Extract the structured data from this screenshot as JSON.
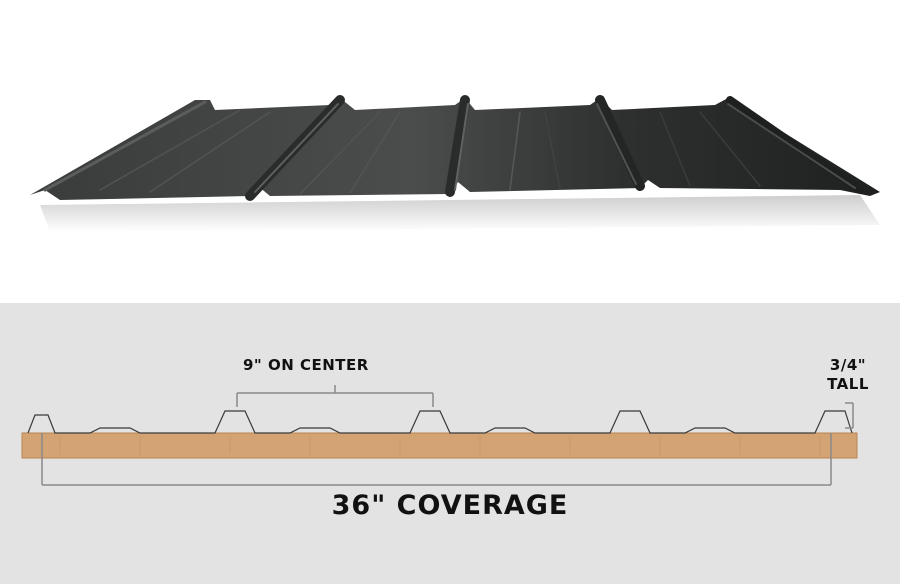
{
  "diagram": {
    "spacing_label": "9\" ON CENTER",
    "height_label_line1": "3/4\"",
    "height_label_line2": "TALL",
    "coverage_label": "36\" COVERAGE"
  },
  "colors": {
    "panel_dark": "#2b2d2d",
    "panel_light": "#4a4c4c",
    "wood": "#d4a373",
    "wood_edge": "#b88452",
    "background": "#e3e3e3",
    "dimension_line": "#8a8a8a"
  }
}
